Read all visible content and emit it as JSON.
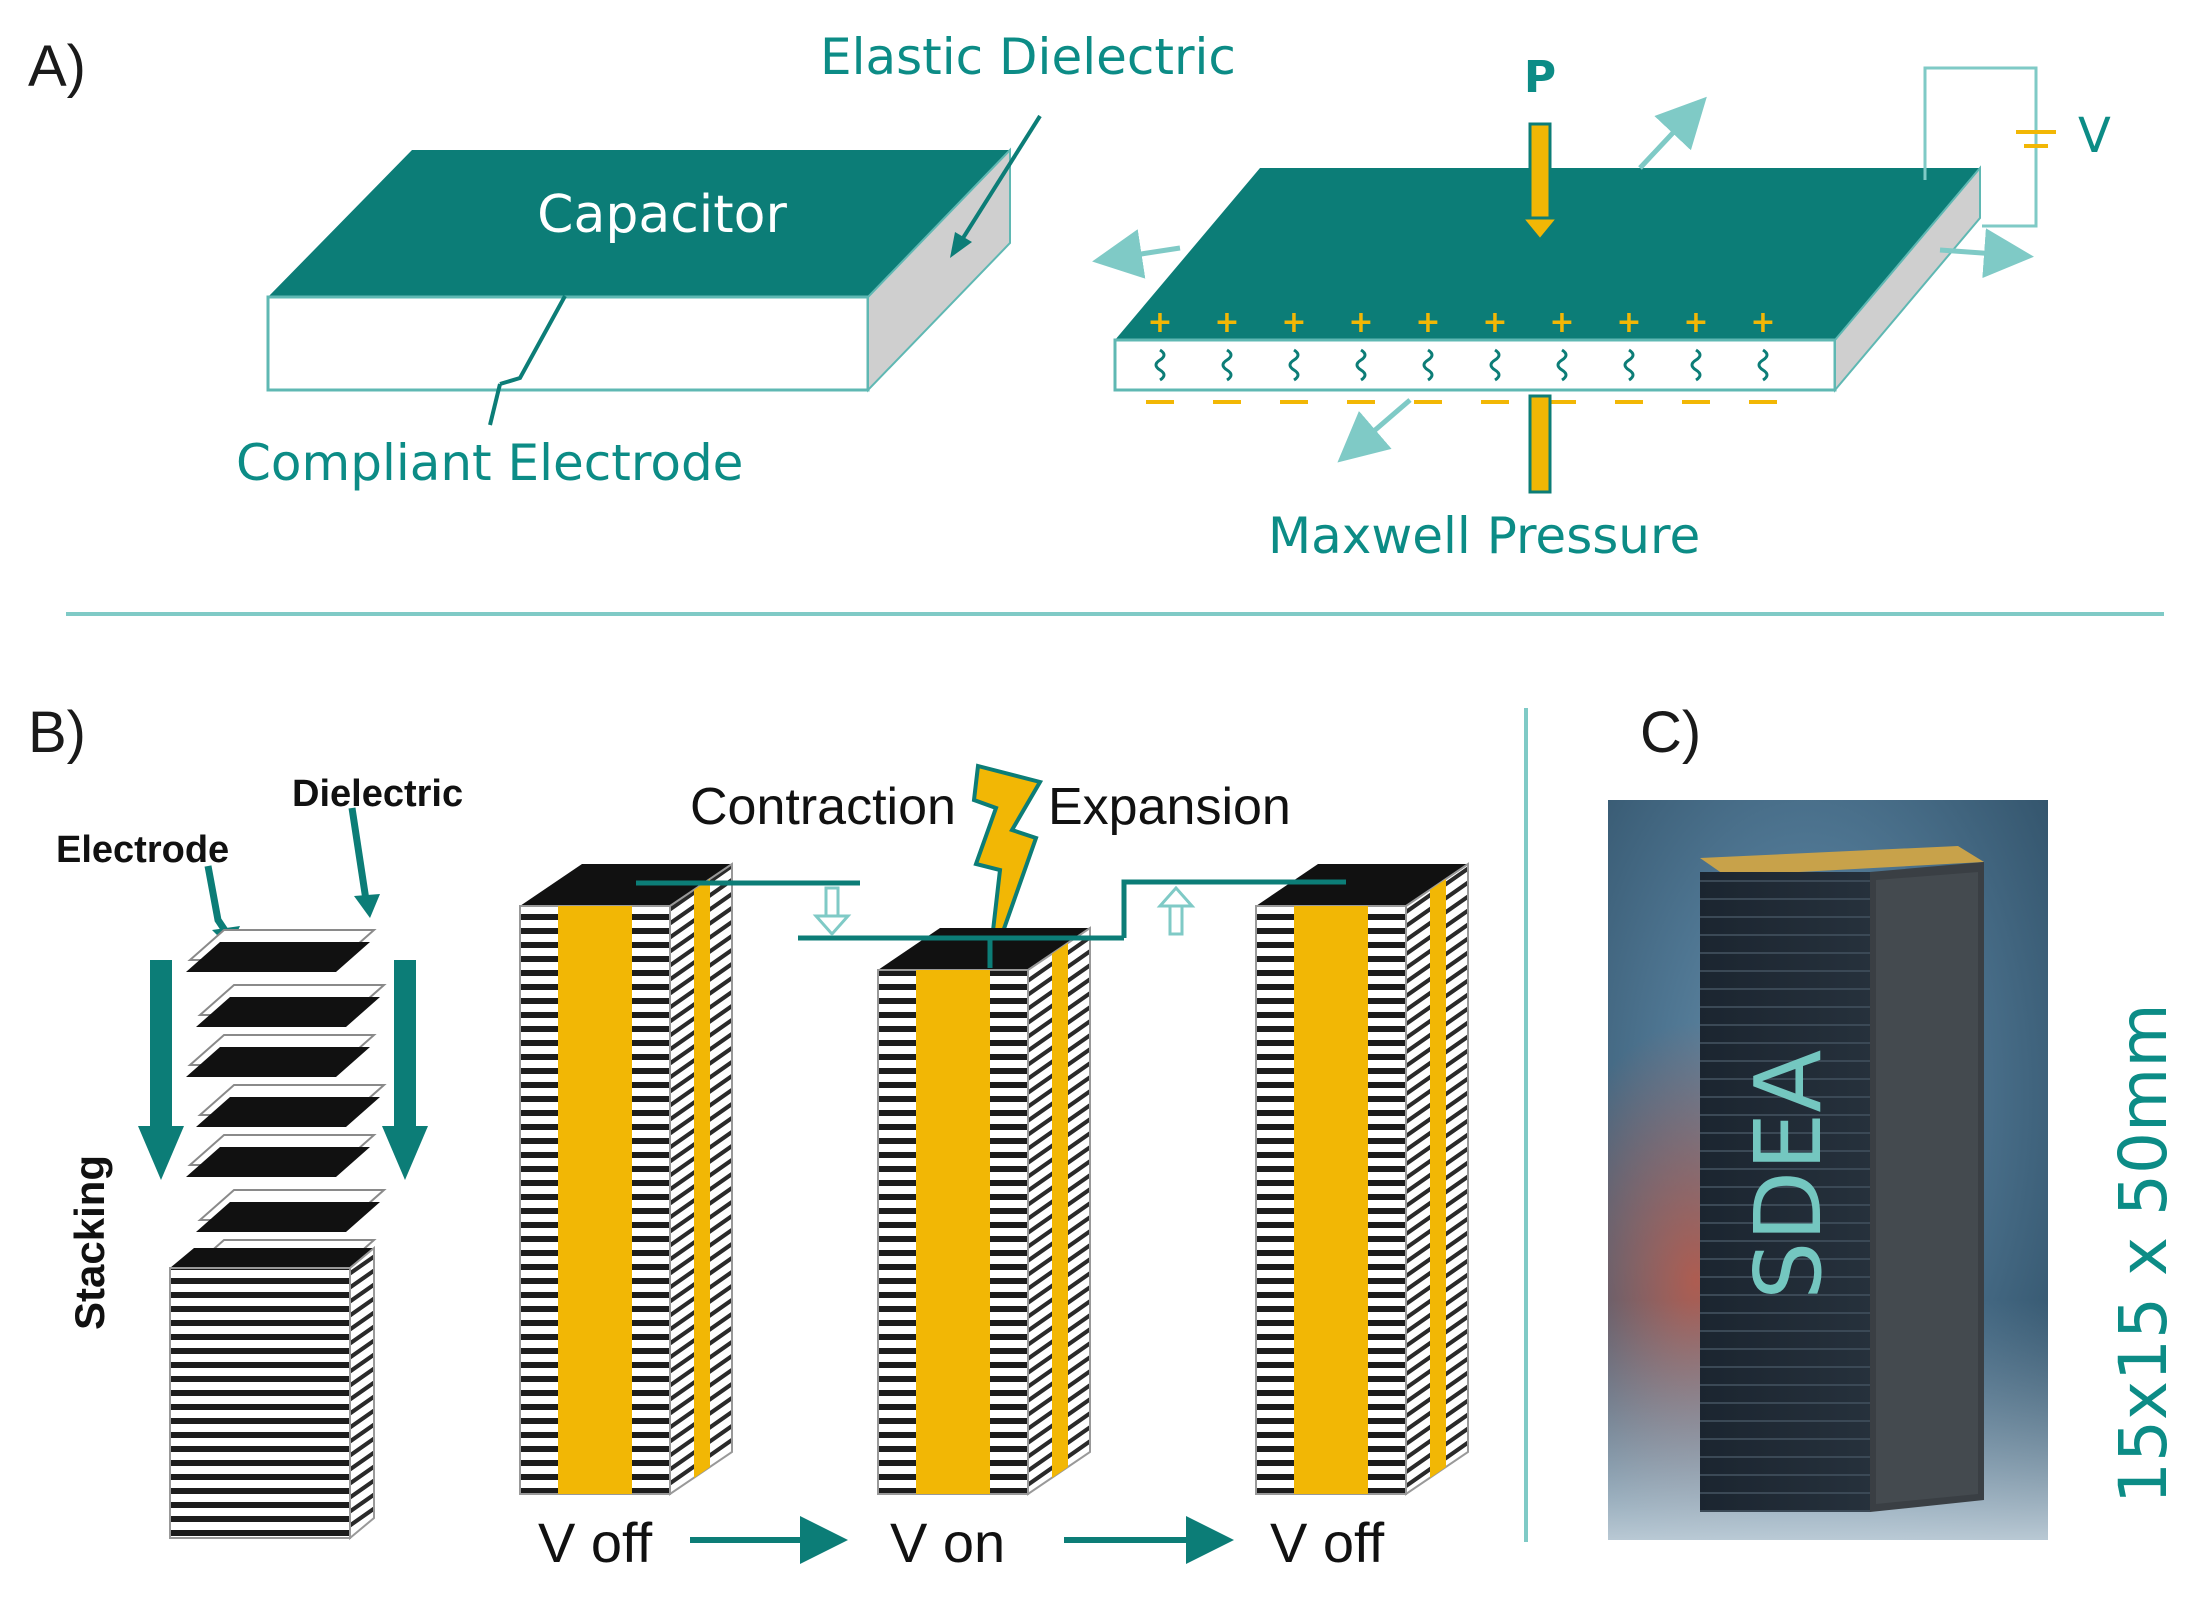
{
  "colors": {
    "teal": "#0c7d77",
    "teal_text": "#0c8c86",
    "gold": "#f2b705",
    "divider": "#7fcac6",
    "black": "#111111"
  },
  "panel_a": {
    "letter": "A)",
    "capacitor_label": "Capacitor",
    "elastic_dielectric_label": "Elastic Dielectric",
    "compliant_electrode_label": "Compliant Electrode",
    "pressure_symbol": "P",
    "voltage_symbol": "V",
    "maxwell_pressure_label": "Maxwell Pressure",
    "top_charge_signs": [
      "+",
      "+",
      "+",
      "+",
      "+",
      "+",
      "+",
      "+",
      "+",
      "+"
    ],
    "bottom_charge_signs": [
      "−",
      "−",
      "−",
      "−",
      "−",
      "−",
      "−",
      "−",
      "−",
      "−"
    ]
  },
  "panel_b": {
    "letter": "B)",
    "dielectric_label": "Dielectric",
    "electrode_label": "Electrode",
    "stacking_label": "Stacking",
    "contraction_label": "Contraction",
    "expansion_label": "Expansion",
    "states": [
      "V off",
      "V on",
      "V off"
    ]
  },
  "panel_c": {
    "letter": "C)",
    "device_text": "SDEA",
    "dimensions": "15x15 x 50mm"
  }
}
